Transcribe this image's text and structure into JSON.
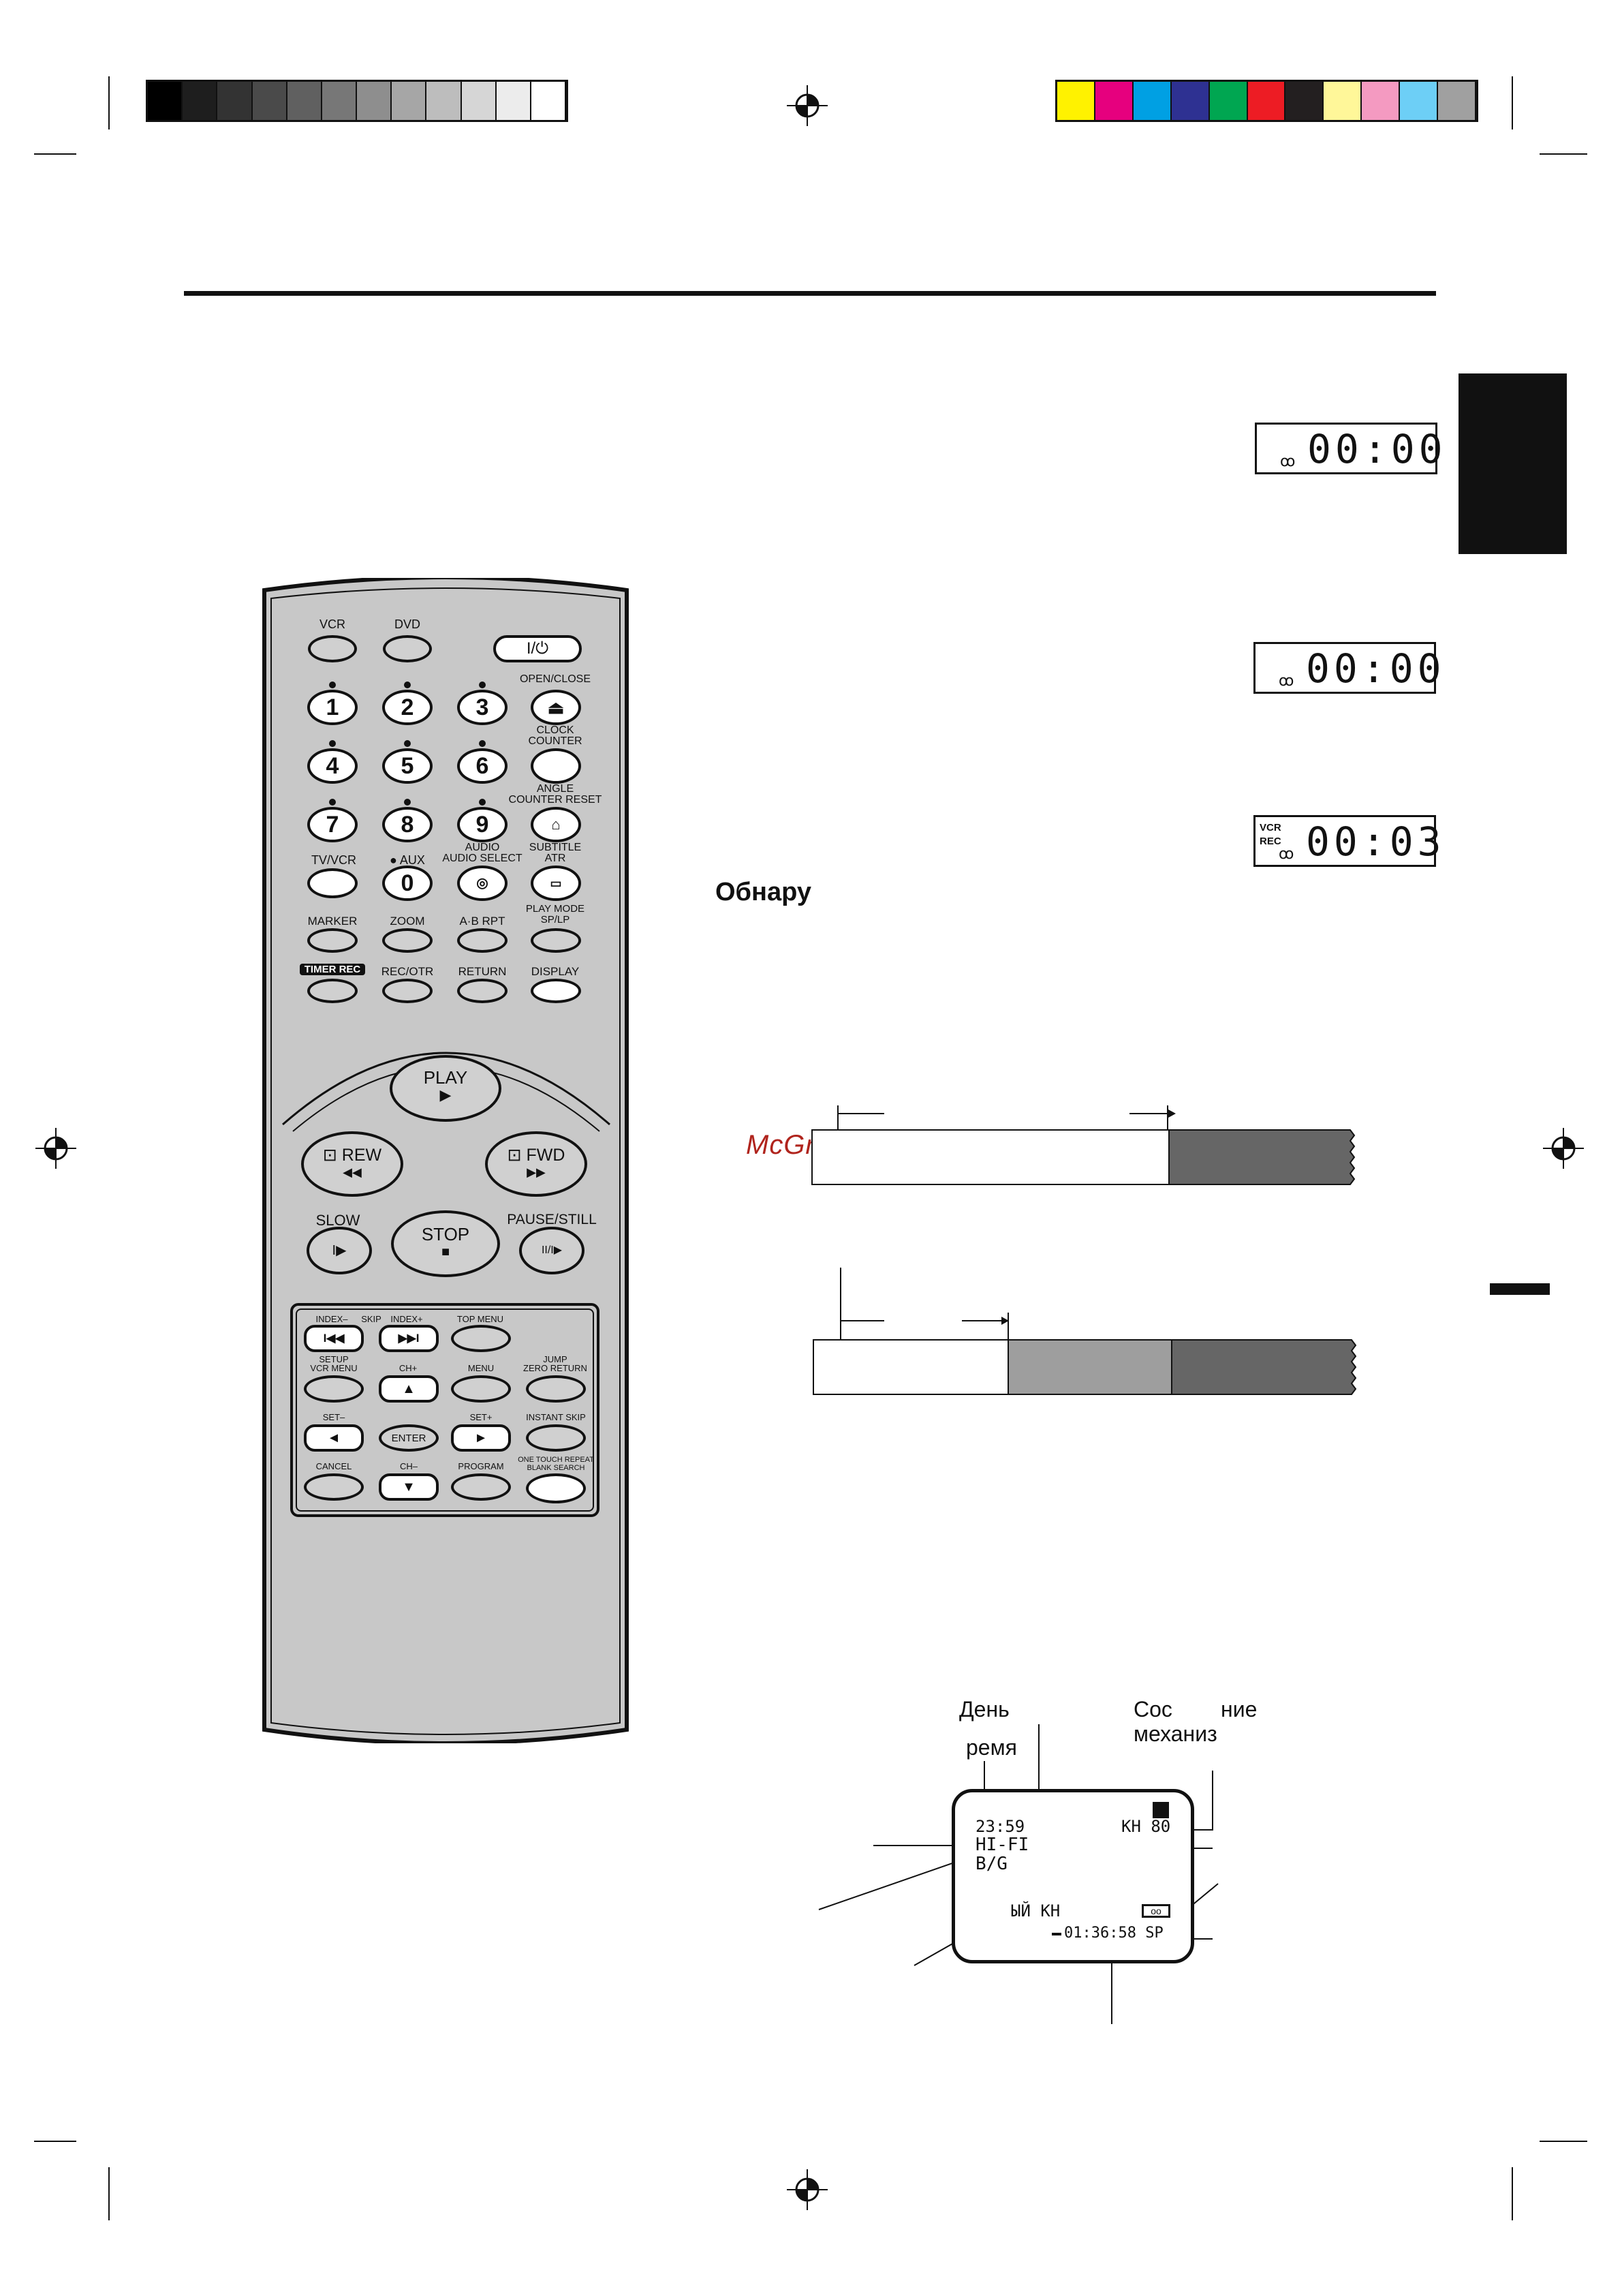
{
  "registration": {
    "gray_swatches": [
      "#000000",
      "#1e1e1e",
      "#333333",
      "#4a4a4a",
      "#606060",
      "#777777",
      "#8e8e8e",
      "#a6a6a6",
      "#bdbdbd",
      "#d6d6d6",
      "#ececec",
      "#ffffff"
    ],
    "color_swatches": [
      "#fff200",
      "#e6007e",
      "#00a0e3",
      "#2e3192",
      "#00a651",
      "#ed1c24",
      "#231f20",
      "#fff799",
      "#f49ac1",
      "#6dcff6",
      "#a0a0a0"
    ]
  },
  "display_panels": [
    {
      "indicator": "",
      "time": "00:00"
    },
    {
      "indicator": "",
      "time": "00:00"
    },
    {
      "indicator": "VCR\nREC",
      "time": "00:03"
    }
  ],
  "heading": "Обнару",
  "watermark": "McGrp.Ru",
  "remote": {
    "top": {
      "vcr": "VCR",
      "dvd": "DVD",
      "power": "I/⏻"
    },
    "keys": [
      {
        "num": "1",
        "top": ""
      },
      {
        "num": "2",
        "top": ""
      },
      {
        "num": "3",
        "top": ""
      },
      {
        "num": "4",
        "top": ""
      },
      {
        "num": "5",
        "top": ""
      },
      {
        "num": "6",
        "top": ""
      },
      {
        "num": "7",
        "top": ""
      },
      {
        "num": "8",
        "top": ""
      },
      {
        "num": "9",
        "top": ""
      }
    ],
    "side": {
      "open_close": "OPEN/CLOSE",
      "clock_counter": "CLOCK\nCOUNTER",
      "angle": "ANGLE\nCOUNTER RESET",
      "subtitle": "SUBTITLE\nATR"
    },
    "row4": {
      "tvvcr": "TV/VCR",
      "aux": "● AUX",
      "zero": "0",
      "audio": "AUDIO\nAUDIO SELECT"
    },
    "row5": {
      "marker": "MARKER",
      "zoom": "ZOOM",
      "ab": "A·B RPT",
      "playmode": "PLAY MODE\nSP/LP"
    },
    "row6": {
      "timerrec": "TIMER REC",
      "recotr": "REC/OTR",
      "return": "RETURN",
      "display": "DISPLAY"
    },
    "transport": {
      "play": "PLAY",
      "play_sym": "▶",
      "rew": "⊡ REW",
      "rew_sym": "◀◀",
      "fwd": "⊡ FWD",
      "fwd_sym": "▶▶",
      "slow": "SLOW",
      "slow_sym": "I▶",
      "stop": "STOP",
      "stop_sym": "■",
      "pause": "PAUSE/STILL",
      "pause_sym": "II/I▶"
    },
    "nav": {
      "index_minus": "INDEX–",
      "skip": "SKIP",
      "index_plus": "INDEX+",
      "top_menu": "TOP MENU",
      "prev_sym": "I◀◀",
      "next_sym": "▶▶I",
      "setup": "SETUP\nVCR MENU",
      "ch_plus": "CH+",
      "up": "▲",
      "menu": "MENU",
      "jump": "JUMP\nZERO RETURN",
      "set_minus": "SET–",
      "left": "◄",
      "enter": "ENTER",
      "set_plus": "SET+",
      "right": "►",
      "instant_skip": "INSTANT SKIP",
      "cancel": "CANCEL",
      "ch_minus": "CH–",
      "down": "▼",
      "program": "PROGRAM",
      "one_touch": "ONE TOUCH REPEAT\nBLANK SEARCH"
    }
  },
  "osd": {
    "label_day": "День",
    "label_time": "ремя",
    "label_state": "Сос        ние\nмеханиз",
    "time": "23:59",
    "hifi": "HI-FI",
    "bg": "B/G",
    "channel": "КН 80",
    "input": "ЫЙ КН",
    "counter": "01:36:58 SP"
  }
}
